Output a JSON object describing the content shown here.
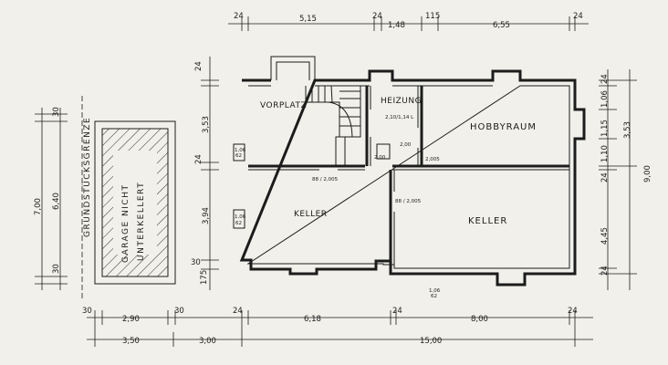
{
  "rooms": {
    "vorplatz": "VORPLATZ",
    "heizung": "HEIZUNG",
    "hobbyraum": "HOBBYRAUM",
    "keller_left": "KELLER",
    "keller_right": "KELLER",
    "garage_line1": "GARAGE NICHT",
    "garage_line2": "UNTERKELLERT"
  },
  "labels": {
    "boundary": "GRUNDSTÜCKSGRENZE"
  },
  "annotations": {
    "heizung_door": "2,10/1,14 L",
    "opening_1": "2,00",
    "opening_2": "2,00",
    "opening_3": "2,005",
    "keller_left_door": "88 / 2,005",
    "keller_right_door": "88 / 2,005",
    "window_code_top": "1,06",
    "window_code_bottom": "62"
  },
  "dims_top": {
    "d1": "24",
    "d2": "5,15",
    "d3": "24",
    "d4": "1,48",
    "d5": "115",
    "d6": "6,55",
    "d7": "24"
  },
  "dims_bottom": {
    "d1": "30",
    "d2": "2,90",
    "d3": "30",
    "d4": "24",
    "d5": "6,18",
    "d6": "24",
    "d7": "8,00",
    "d8": "24",
    "total1": "3,50",
    "total2": "3,00",
    "total3": "15,00"
  },
  "dims_left": {
    "d1": "24",
    "d2": "3,53",
    "d3": "24",
    "d4": "3,94",
    "d5": "30",
    "d6": "175",
    "garage1": "30",
    "garage2": "6,40",
    "garage3": "30",
    "garage_total": "7,00"
  },
  "dims_right": {
    "d1": "24",
    "d2": "1,06",
    "d3": "1,15",
    "d4": "3,53",
    "d5": "1,10",
    "d6": "24",
    "d7": "4,45",
    "d8": "24",
    "total": "9,00"
  }
}
